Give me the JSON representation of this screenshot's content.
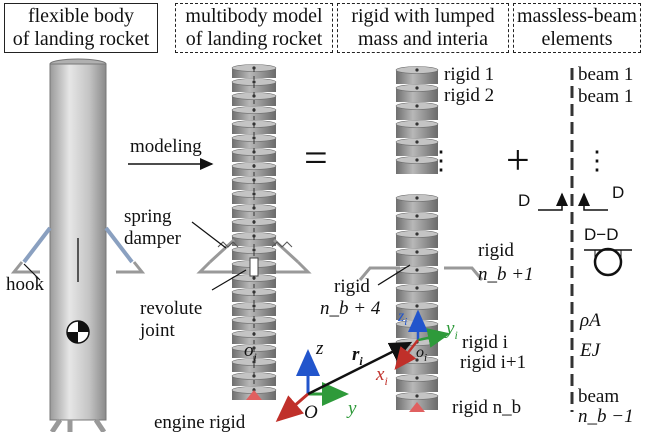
{
  "headers": {
    "flexible": "flexible body\nof landing rocket",
    "multibody": "multibody model\nof landing rocket",
    "rigid_lumped": "rigid with lumped\nmass and interia",
    "massless": "massless-beam\nelements"
  },
  "labels": {
    "modeling": "modeling",
    "spring_damper": "spring\ndamper",
    "hook": "hook",
    "revolute_joint": "revolute\njoint",
    "engine_rigid": "engine rigid",
    "rigid_1": "rigid 1",
    "rigid_2": "rigid 2",
    "rigid_nb_plus_1": "rigid",
    "nb_plus_1": "n_b +1",
    "rigid_nb_plus_4": "rigid",
    "nb_plus_4": "n_b + 4",
    "rigid_i": "rigid i",
    "rigid_i_plus_1": "rigid i+1",
    "rigid_nb": "rigid n_b",
    "beam_1a": "beam 1",
    "beam_1b": "beam 1",
    "beam_last": "beam",
    "beam_last_n": "n_b −1",
    "rho_a": "ρA",
    "ej": "EJ",
    "d_left": "D",
    "d_right": "D",
    "d_section": "D−D",
    "equals": "=",
    "plus": "+",
    "vdots_rigid": "⋮",
    "vdots_beam": "⋮"
  },
  "axes": {
    "z": "z",
    "y": "y",
    "O": "O",
    "r_i": "r",
    "r_sub": "i",
    "o_i": "o",
    "o_sub": "i",
    "x_i": "x",
    "y_i": "y",
    "z_i": "z",
    "sub_i": "i"
  },
  "colors": {
    "body_gray": "#c8c8c8",
    "disk_gray": "#9a9a9a",
    "engine_red": "#e06060",
    "axis_blue": "#2255cc",
    "axis_green": "#2e9a3a",
    "axis_red": "#c0302a"
  }
}
